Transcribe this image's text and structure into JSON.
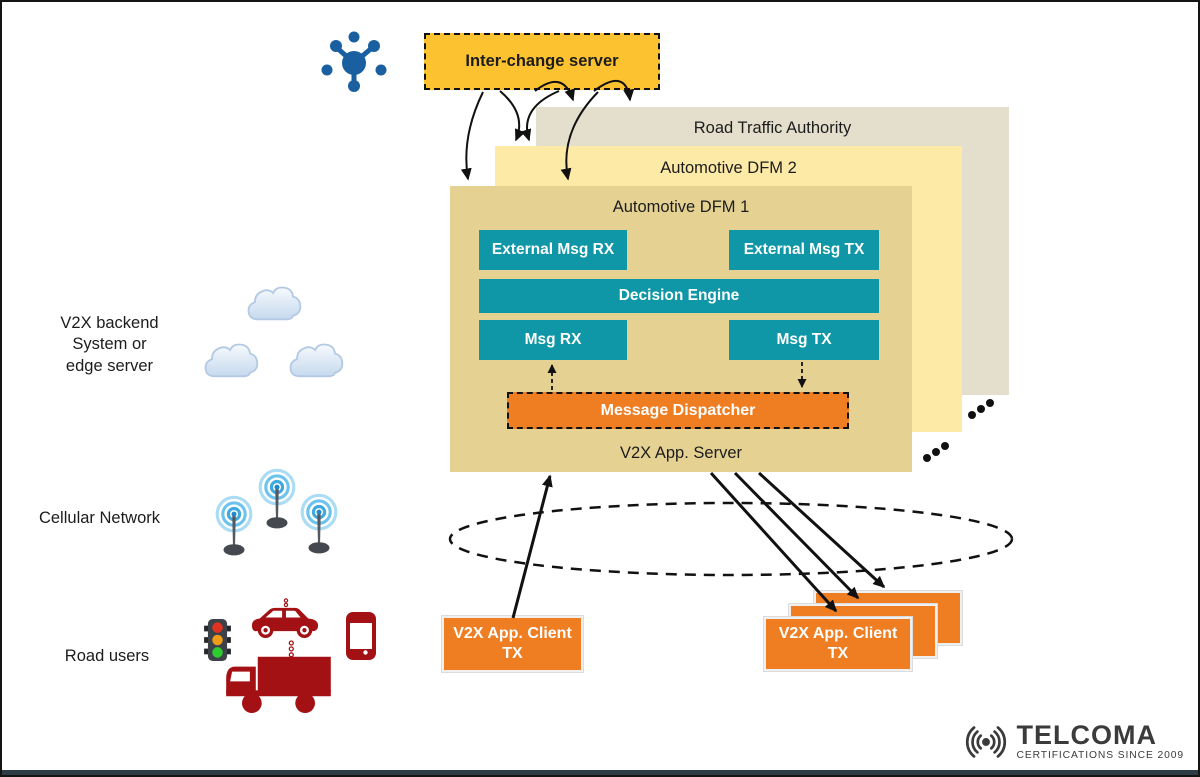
{
  "header": {
    "interchange_server_label": "Inter-change server"
  },
  "stack": {
    "layer_rta": "Road Traffic Authority",
    "layer_dfm2": "Automotive DFM 2",
    "layer_dfm1": "Automotive DFM 1",
    "external_msg_rx": "External Msg RX",
    "external_msg_tx": "External Msg TX",
    "decision_engine": "Decision Engine",
    "msg_rx": "Msg RX",
    "msg_tx": "Msg TX",
    "message_dispatcher": "Message Dispatcher",
    "server_label": "V2X App. Server"
  },
  "clients": {
    "line1": "V2X App. Client",
    "line2": "TX"
  },
  "side_labels": {
    "backend_line1": "V2X backend",
    "backend_line2": "System or",
    "backend_line3": "edge server",
    "cellular": "Cellular Network",
    "road_users": "Road users"
  },
  "branding": {
    "name": "TELCOMA",
    "tagline": "CERTIFICATIONS SINCE 2009"
  },
  "colors": {
    "interchange_yellow": "#fcc230",
    "module_teal": "#0f97a7",
    "dispatcher_orange": "#ef7d22",
    "layer_rta_beige": "#e4dfcc",
    "layer_dfm2_yellow": "#fdeaa6",
    "layer_dfm1_tan": "#e5d292",
    "hub_blue": "#1a5fa0",
    "vehicle_red": "#a31115",
    "arrow_black": "#111111"
  },
  "icons": {
    "hub": "network-hub-icon",
    "cloud": "cloud-icon",
    "antenna": "cell-tower-icon",
    "traffic_light": "traffic-light-icon",
    "car": "car-icon",
    "truck": "truck-icon",
    "phone": "smartphone-icon",
    "signal": "radio-waves-icon",
    "dots": "ellipsis-dots-icon"
  }
}
